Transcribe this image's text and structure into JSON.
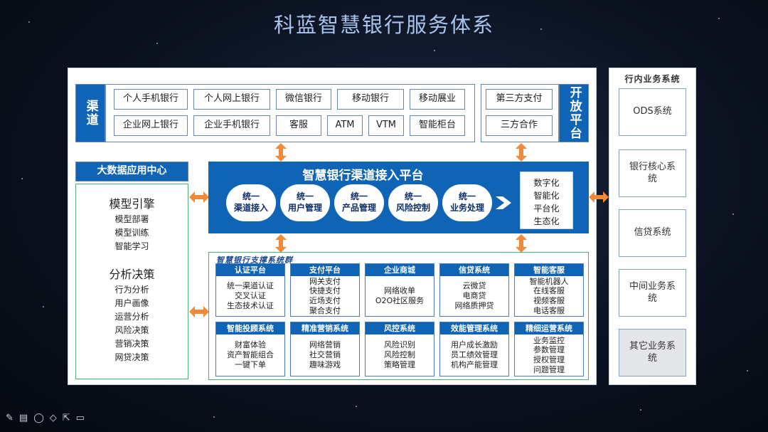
{
  "title": "科蓝智慧银行服务体系",
  "channels": {
    "label": "渠道",
    "row1": [
      "个人手机银行",
      "个人网上银行",
      "微信银行",
      "移动银行",
      "移动展业"
    ],
    "row2": [
      "企业网上银行",
      "企业手机银行",
      "客服",
      "ATM",
      "VTM",
      "智能柜台"
    ]
  },
  "open_platform": {
    "label": "开放平台",
    "items": [
      "第三方支付",
      "三方合作"
    ]
  },
  "bigdata": {
    "header": "大数据应用中心",
    "group1_title": "模型引擎",
    "group1_items": [
      "模型部署",
      "模型训练",
      "智能学习"
    ],
    "group2_title": "分析决策",
    "group2_items": [
      "行为分析",
      "用户画像",
      "运营分析",
      "风险决策",
      "营销决策",
      "网贷决策"
    ]
  },
  "access_platform": {
    "title": "智慧银行渠道接入平台",
    "units": [
      {
        "line1": "统一",
        "line2": "渠道接入"
      },
      {
        "line1": "统一",
        "line2": "用户管理"
      },
      {
        "line1": "统一",
        "line2": "产品管理"
      },
      {
        "line1": "统一",
        "line2": "风险控制"
      },
      {
        "line1": "统一",
        "line2": "业务处理"
      }
    ],
    "features": [
      "数字化",
      "智能化",
      "平台化",
      "生态化"
    ]
  },
  "support": {
    "title": "智慧银行支撑系统群",
    "cards": [
      {
        "name": "认证平台",
        "items": [
          "统一渠道认证",
          "交叉认证",
          "生态技术认证"
        ]
      },
      {
        "name": "支付平台",
        "items": [
          "网关支付",
          "快捷支付",
          "近场支付",
          "聚合支付"
        ]
      },
      {
        "name": "企业商城",
        "items": [
          "网络收单",
          "O2O社区服务"
        ]
      },
      {
        "name": "信贷系统",
        "items": [
          "云微贷",
          "电商贷",
          "网络质押贷"
        ]
      },
      {
        "name": "智能客服",
        "items": [
          "智能机器人",
          "在线客服",
          "视频客服",
          "电话客服"
        ]
      },
      {
        "name": "智能投顾系统",
        "items": [
          "财富体验",
          "资产智能组合",
          "一键下单"
        ]
      },
      {
        "name": "精准营销系统",
        "items": [
          "网络营销",
          "社交营销",
          "趣味游戏"
        ]
      },
      {
        "name": "风控系统",
        "items": [
          "风险识别",
          "风险控制",
          "策略管理"
        ]
      },
      {
        "name": "效能管理系统",
        "items": [
          "用户成长激励",
          "员工绩效管理",
          "机构产能管理"
        ]
      },
      {
        "name": "精细运营系统",
        "items": [
          "业务监控",
          "参数管理",
          "授权管理",
          "问题管理"
        ]
      }
    ]
  },
  "internal": {
    "title": "行内业务系统",
    "systems": [
      "ODS系统",
      "银行核心系统",
      "信贷系统",
      "中间业务系统",
      "其它业务系统"
    ]
  },
  "colors": {
    "primary_blue": "#0f64b5",
    "arrow_orange": "#ef8a3a",
    "green_border": "#4caf72"
  }
}
